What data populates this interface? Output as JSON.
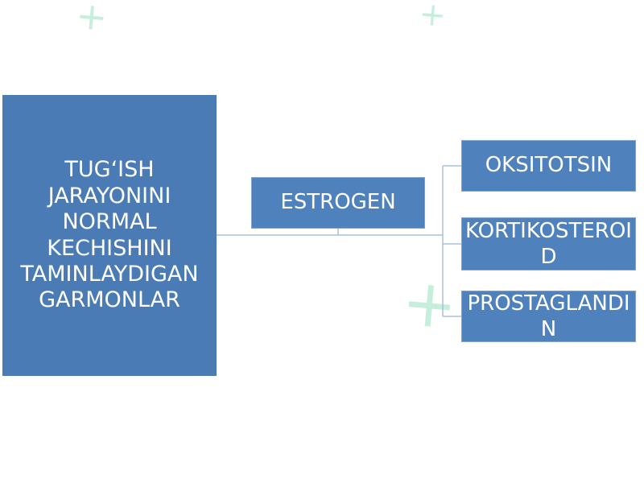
{
  "diagram": {
    "root": {
      "label": "TUG‘ISH JARAYONINI NORMAL KECHISHINI TAMINLAYDIGAN GARMONLAR"
    },
    "middle": {
      "label": "ESTROGEN"
    },
    "children": [
      {
        "label": "OKSITOTSIN"
      },
      {
        "label": "KORTIKOSTEROID"
      },
      {
        "label": "PROSTAGLANDIN"
      }
    ]
  },
  "colors": {
    "box_fill": "#4f81bd",
    "root_fill": "#4a7bb5",
    "text": "#ffffff",
    "connector": "#a9c0dc"
  }
}
